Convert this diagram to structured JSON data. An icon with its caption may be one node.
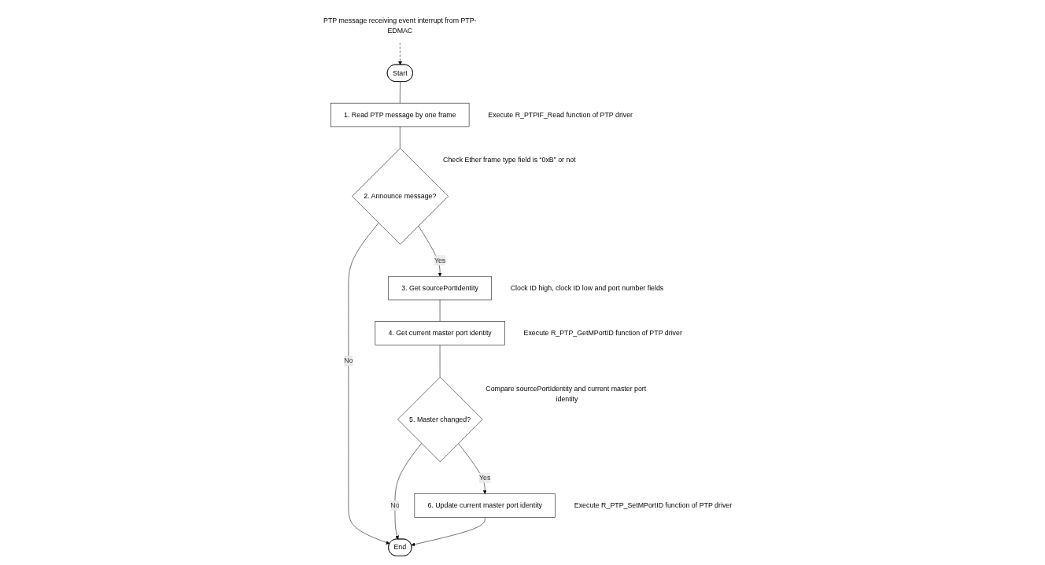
{
  "diagram": {
    "nodes": [
      {
        "text": [
          "PTP message receiving event interrupt from PTP-EDMAC"
        ]
      },
      {
        "text": [
          "Start"
        ]
      },
      {
        "text": [
          "1. Read PTP message by one frame"
        ],
        "beside": [
          "Execute R_PTPIF_Read function of PTP driver"
        ]
      },
      {
        "text": [
          "2. Announce message?"
        ],
        "beside": [
          "Check Ether frame type field is “0xB” or not"
        ]
      },
      {
        "text": [
          "3. Get sourcePortIdentity"
        ],
        "beside": [
          "Clock ID high, clock ID low and port number fields"
        ]
      },
      {
        "text": [
          "4. Get current master port identity"
        ],
        "beside": [
          "Execute R_PTP_GetMPortID function of PTP driver"
        ]
      },
      {
        "text": [
          "5. Master changed?"
        ],
        "beside": [
          "Compare sourcePortIdentity and current master port identity"
        ]
      },
      {
        "text": [
          "6. Update current master port identity"
        ],
        "beside": [
          "Execute R_PTP_SetMPortID function of PTP driver"
        ]
      },
      {
        "text": [
          "End"
        ]
      }
    ],
    "edges": [
      {
        "from": 0,
        "to": 1,
        "arrow": "to",
        "style": "dashed"
      },
      {
        "from": 1,
        "to": 2,
        "arrow": "none"
      },
      {
        "from": 2,
        "to": 3,
        "arrow": "none"
      },
      {
        "from": 3,
        "to": 4,
        "arrow": "to",
        "label": "Yes"
      },
      {
        "from": 3,
        "to": 8,
        "arrow": "to",
        "label": "No"
      },
      {
        "from": 4,
        "to": 5,
        "arrow": "none"
      },
      {
        "from": 5,
        "to": 6,
        "arrow": "none"
      },
      {
        "from": 6,
        "to": 7,
        "arrow": "to",
        "label": "Yes"
      },
      {
        "from": 6,
        "to": 8,
        "arrow": "to",
        "label": "No"
      },
      {
        "from": 7,
        "to": 8,
        "arrow": "to"
      }
    ]
  }
}
